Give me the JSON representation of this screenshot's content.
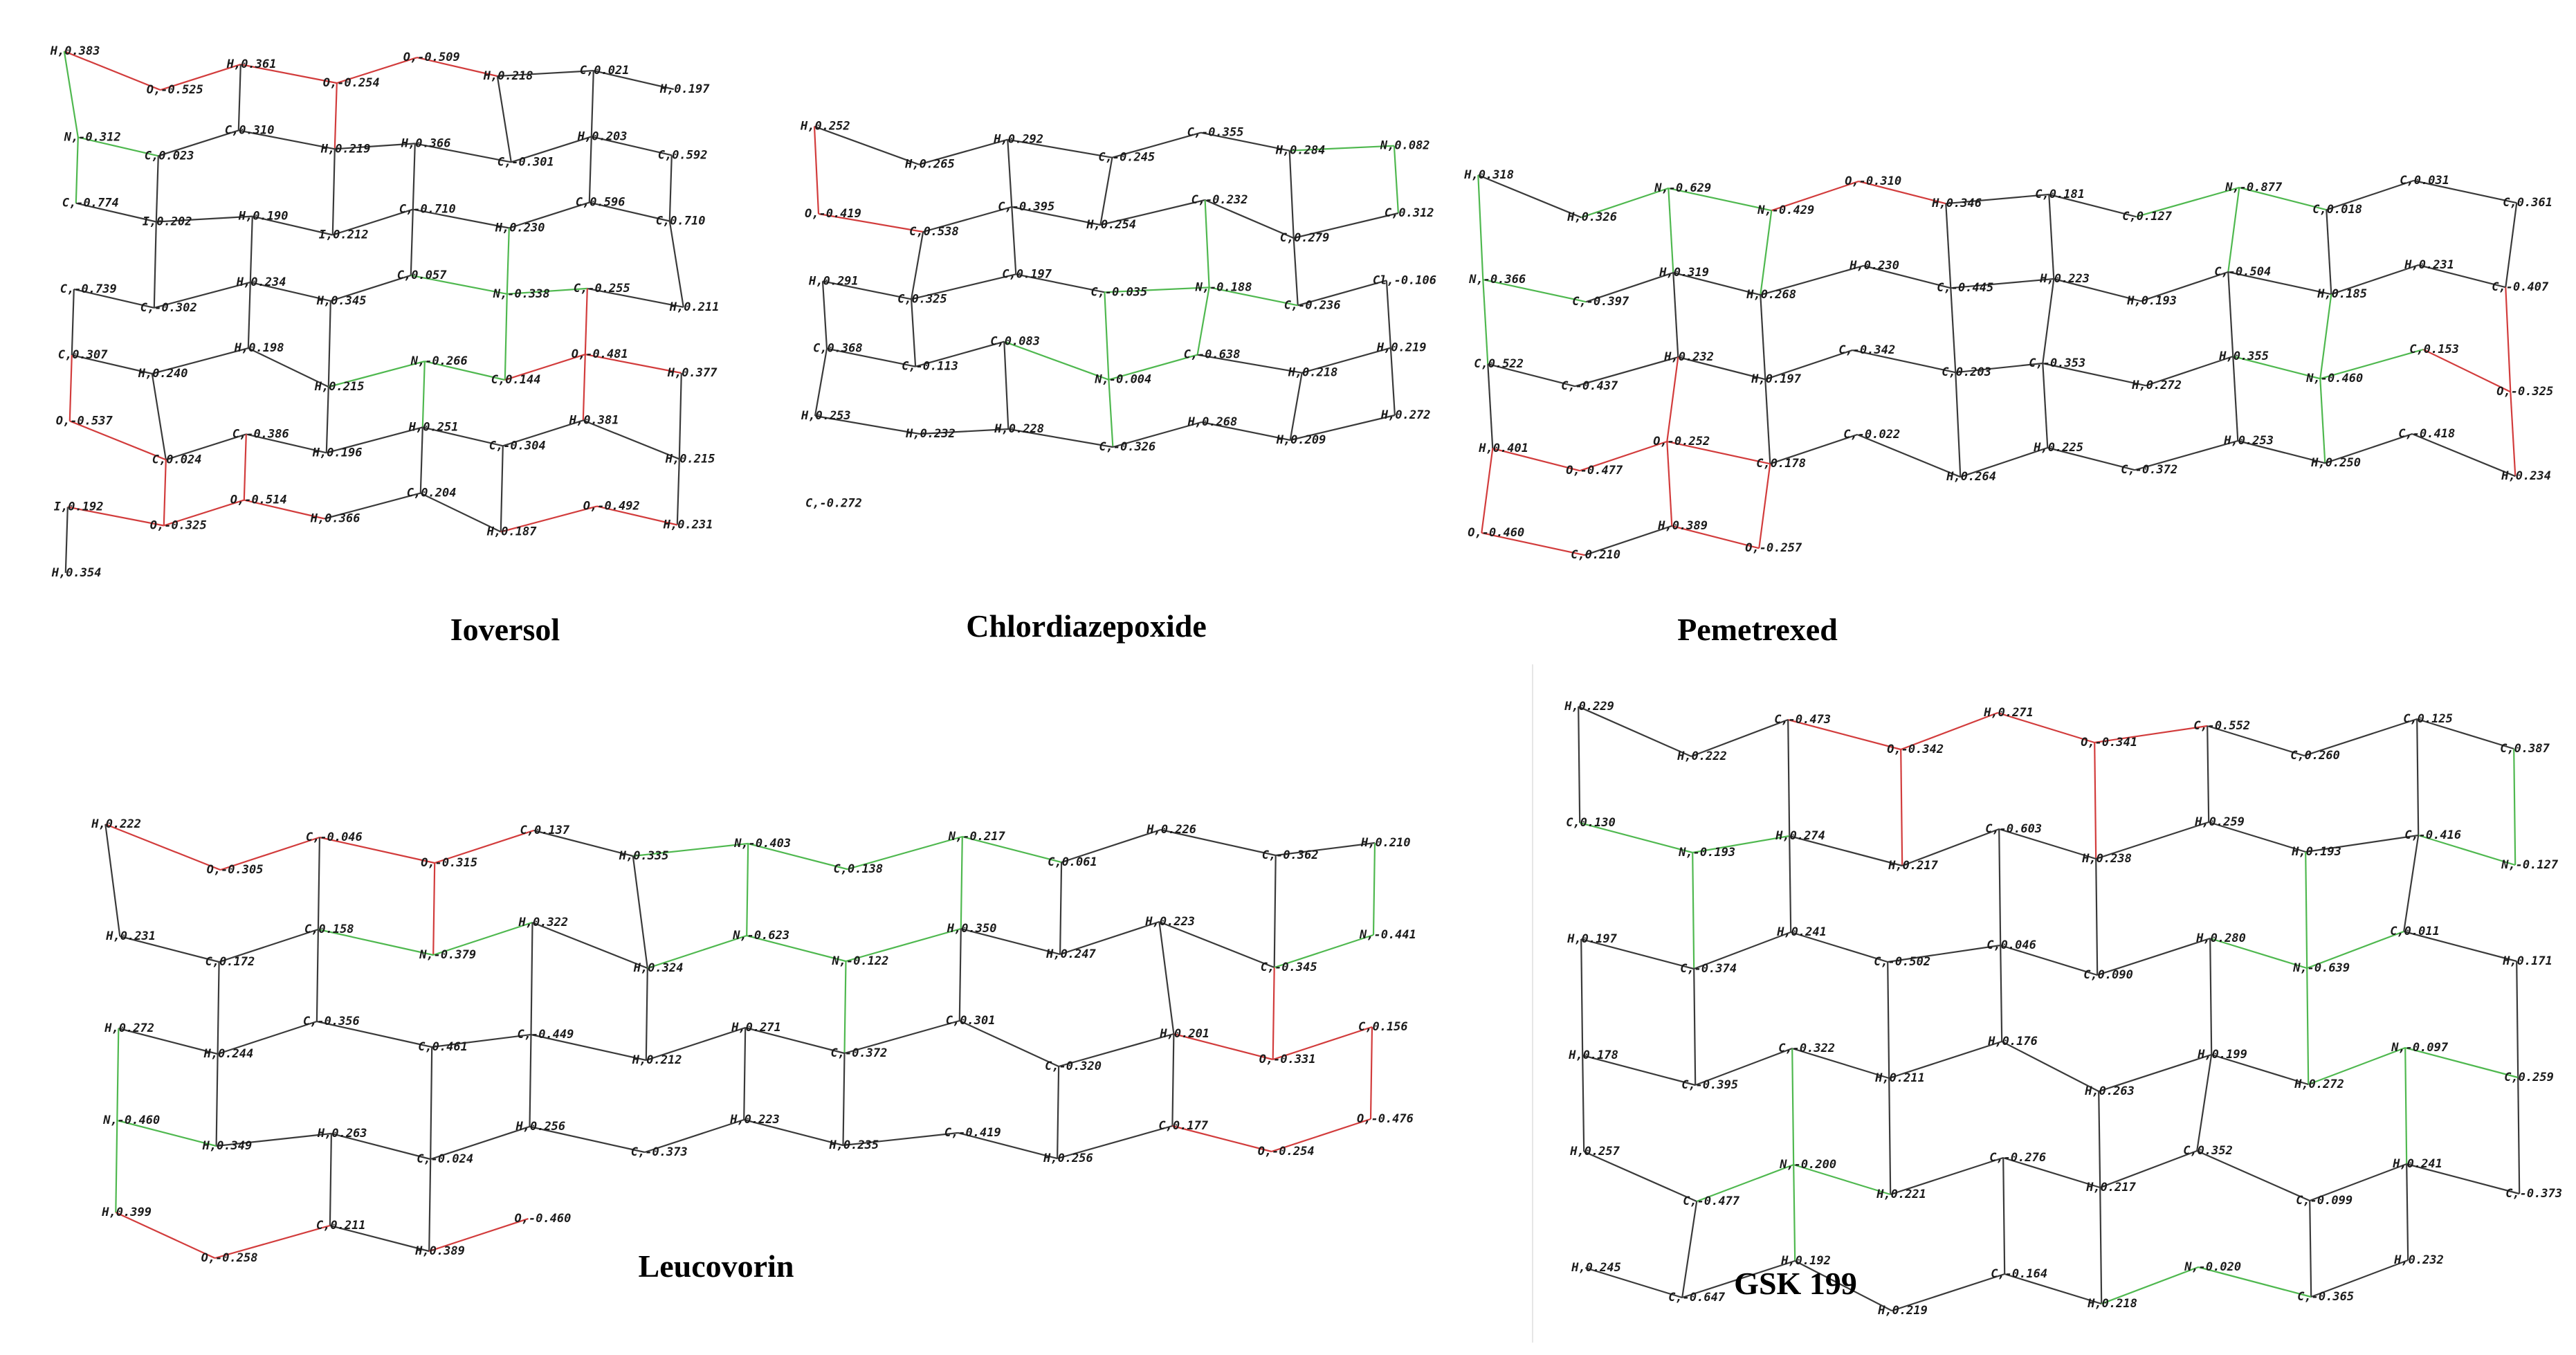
{
  "colors": {
    "bond_primary": "#3a3a3a",
    "bond_oxygen": "#d23c3c",
    "bond_nitrogen": "#4fb84f",
    "text": "#111111"
  },
  "molecules": [
    {
      "id": "ioversol",
      "name": "Ioversol",
      "atoms": [
        "H,0.383",
        "O,-0.525",
        "H,0.361",
        "O,-0.254",
        "O,-0.509",
        "H,0.218",
        "C,0.021",
        "H,0.197",
        "N,-0.312",
        "C,0.023",
        "C,0.310",
        "H,0.219",
        "H,0.366",
        "C,-0.301",
        "H,0.203",
        "C,0.592",
        "C,-0.774",
        "I,0.202",
        "H,0.190",
        "I,0.212",
        "C,-0.710",
        "H,0.230",
        "C,0.596",
        "C,0.710",
        "C,-0.739",
        "C,-0.302",
        "H,0.234",
        "H,0.345",
        "C,0.057",
        "N,-0.338",
        "C,-0.255",
        "H,0.211",
        "C,0.307",
        "H,0.240",
        "H,0.198",
        "H,0.215",
        "N,-0.266",
        "C,0.144",
        "O,-0.481",
        "H,0.377",
        "O,-0.537",
        "C,0.024",
        "C,-0.386",
        "H,0.196",
        "H,0.251",
        "C,-0.304",
        "H,0.381",
        "H,0.215",
        "I,0.192",
        "O,-0.325",
        "O,-0.514",
        "H,0.366",
        "C,0.204",
        "H,0.187",
        "O,-0.492",
        "H,0.231",
        "H,0.354"
      ]
    },
    {
      "id": "chlordiazepoxide",
      "name": "Chlordiazepoxide",
      "atoms": [
        "H,0.252",
        "H,0.265",
        "H,0.292",
        "C,-0.245",
        "C,-0.355",
        "H,0.284",
        "N,0.082",
        "O,-0.419",
        "C,0.538",
        "C,-0.395",
        "H,0.254",
        "C,-0.232",
        "C,0.279",
        "C,0.312",
        "H,0.291",
        "C,0.325",
        "C,0.197",
        "C,-0.035",
        "N,-0.188",
        "C,-0.236",
        "Cl,-0.106",
        "C,0.368",
        "C,-0.113",
        "C,0.083",
        "N,-0.004",
        "C,-0.638",
        "H,0.218",
        "H,0.219",
        "H,0.253",
        "H,0.232",
        "H,0.228",
        "C,-0.326",
        "H,0.268",
        "H,0.209",
        "H,0.272",
        "C,-0.272"
      ]
    },
    {
      "id": "pemetrexed",
      "name": "Pemetrexed",
      "atoms": [
        "H,0.318",
        "H,0.326",
        "N,-0.629",
        "N,-0.429",
        "O,-0.310",
        "H,0.346",
        "C,0.181",
        "C,0.127",
        "N,-0.877",
        "C,0.018",
        "C,0.031",
        "C,0.361",
        "N,-0.366",
        "C,-0.397",
        "H,0.319",
        "H,0.268",
        "H,0.230",
        "C,-0.445",
        "H,0.223",
        "H,0.193",
        "C,-0.504",
        "H,0.185",
        "H,0.231",
        "C,-0.407",
        "C,0.522",
        "C,-0.437",
        "H,0.232",
        "H,0.197",
        "C,-0.342",
        "C,0.203",
        "C,-0.353",
        "H,0.272",
        "H,0.355",
        "N,-0.460",
        "C,0.153",
        "O,-0.325",
        "H,0.401",
        "O,-0.477",
        "O,-0.252",
        "C,0.178",
        "C,-0.022",
        "H,0.264",
        "H,0.225",
        "C,-0.372",
        "H,0.253",
        "H,0.250",
        "C,-0.418",
        "H,0.234",
        "O,-0.460",
        "C,0.210",
        "H,0.389",
        "O,-0.257"
      ]
    },
    {
      "id": "leucovorin",
      "name": "Leucovorin",
      "atoms": [
        "H,0.222",
        "O,-0.305",
        "C,-0.046",
        "O,-0.315",
        "C,0.137",
        "H,0.335",
        "N,-0.403",
        "C,0.138",
        "N,-0.217",
        "C,0.061",
        "H,0.226",
        "C,-0.362",
        "H,0.210",
        "H,0.231",
        "C,0.172",
        "C,0.158",
        "N,-0.379",
        "H,0.322",
        "H,0.324",
        "N,-0.623",
        "N,-0.122",
        "H,0.350",
        "H,0.247",
        "H,0.223",
        "C,-0.345",
        "N,-0.441",
        "H,0.272",
        "H,0.244",
        "C,-0.356",
        "C,0.461",
        "C,-0.449",
        "H,0.212",
        "H,0.271",
        "C,-0.372",
        "C,0.301",
        "C,-0.320",
        "H,0.201",
        "O,-0.331",
        "C,0.156",
        "N,-0.460",
        "H,0.349",
        "H,0.263",
        "C,-0.024",
        "H,0.256",
        "C,-0.373",
        "H,0.223",
        "H,0.235",
        "C,-0.419",
        "H,0.256",
        "C,0.177",
        "O,-0.254",
        "O,-0.476",
        "H,0.399",
        "O,-0.258",
        "C,0.211",
        "H,0.389",
        "O,-0.460"
      ]
    },
    {
      "id": "gsk199",
      "name": "GSK 199",
      "atoms": [
        "H,0.229",
        "H,0.222",
        "C,-0.473",
        "O,-0.342",
        "H,0.271",
        "O,-0.341",
        "C,-0.552",
        "C,0.260",
        "C,0.125",
        "C,0.387",
        "C,0.130",
        "N,-0.193",
        "H,0.274",
        "H,0.217",
        "C,-0.603",
        "H,0.238",
        "H,0.259",
        "H,0.193",
        "C,-0.416",
        "N,-0.127",
        "H,0.197",
        "C,-0.374",
        "H,0.241",
        "C,-0.502",
        "C,0.046",
        "C,0.090",
        "H,0.280",
        "N,-0.639",
        "C,0.011",
        "H,0.171",
        "H,0.178",
        "C,-0.395",
        "C,-0.322",
        "H,0.211",
        "H,0.176",
        "H,0.263",
        "H,0.199",
        "H,0.272",
        "N,-0.097",
        "C,0.259",
        "H,0.257",
        "C,-0.477",
        "N,-0.200",
        "H,0.221",
        "C,-0.276",
        "H,0.217",
        "C,0.352",
        "C,-0.099",
        "H,0.241",
        "C,-0.373",
        "H,0.245",
        "C,-0.647",
        "H,0.192",
        "H,0.219",
        "C,-0.164",
        "H,0.218",
        "N,-0.020",
        "C,-0.365",
        "H,0.232"
      ]
    }
  ]
}
